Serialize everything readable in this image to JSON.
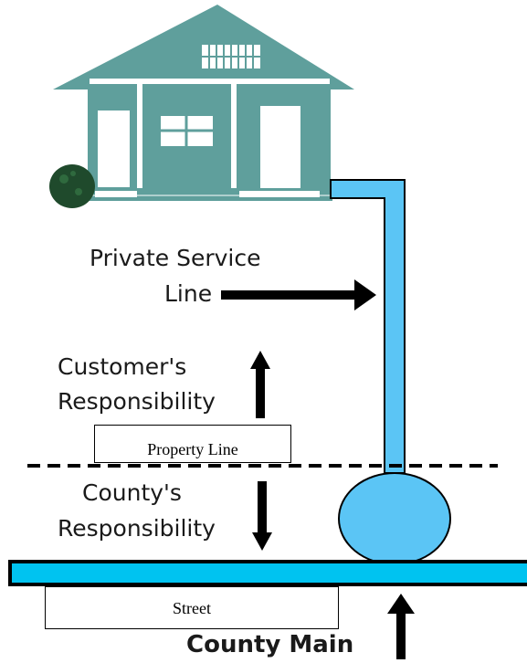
{
  "labels": {
    "private_service_line_1": "Private Service",
    "private_service_line_2": "Line",
    "customer_resp_1": "Customer's",
    "customer_resp_2": "Responsibility",
    "property_line": "Property Line",
    "county_resp_1": "County's",
    "county_resp_2": "Responsibility",
    "street": "Street",
    "county_main": "County Main"
  },
  "colors": {
    "house": "#5f9f9c",
    "house_trim": "#ffffff",
    "water": "#5bc5f5",
    "main_pipe": "#00c3f0",
    "arrow": "#000000",
    "shrub": "#1f4a2c"
  },
  "icons": {
    "house": "house-icon",
    "shrub": "shrub-icon",
    "meter": "water-meter-icon"
  }
}
